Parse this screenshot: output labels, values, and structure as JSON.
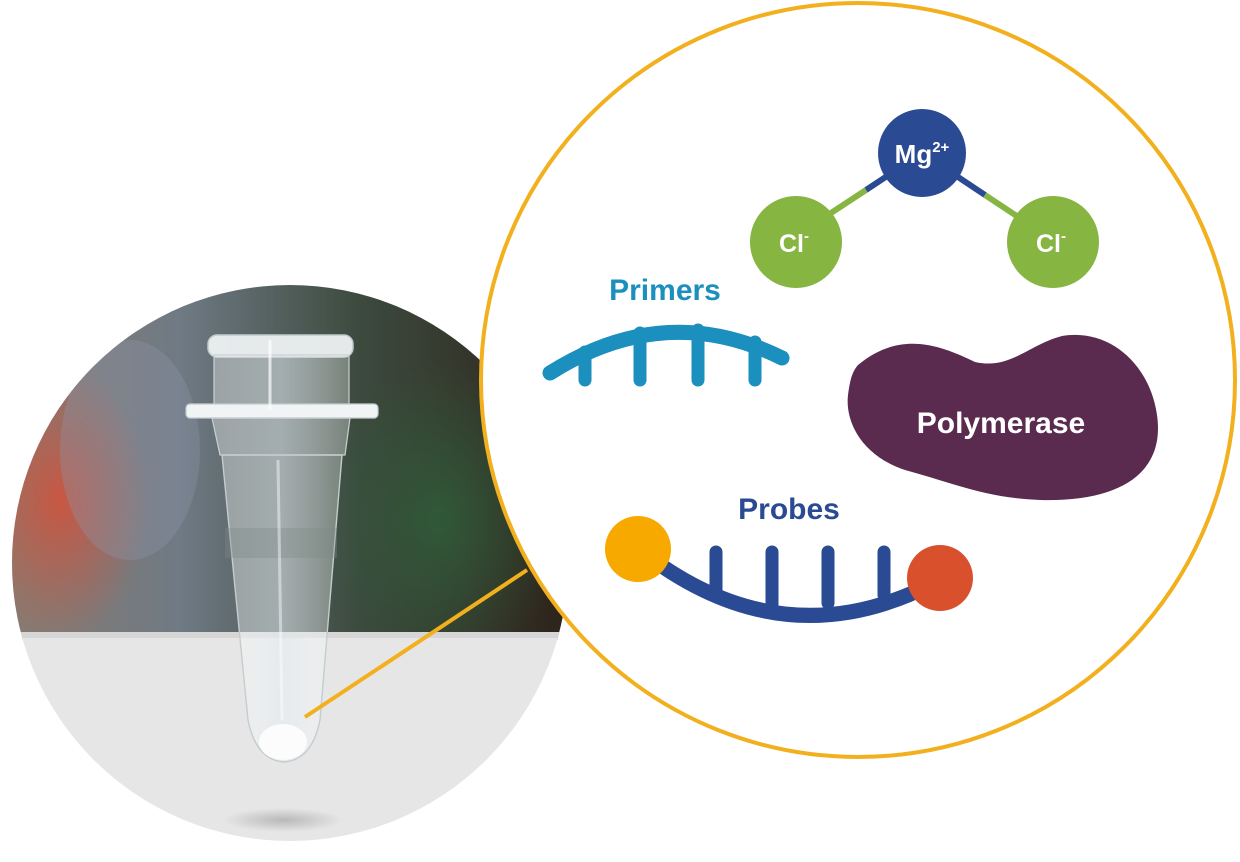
{
  "labels": {
    "magnesium_base": "Mg",
    "magnesium_charge": "2+",
    "chloride_base": "Cl",
    "chloride_charge": "-",
    "primers": "Primers",
    "polymerase": "Polymerase",
    "probes": "Probes"
  },
  "colors": {
    "ring": "#f2b01e",
    "magnesium": "#2a4a93",
    "chloride": "#86b542",
    "primers": "#1b8fbd",
    "polymerase": "#5a2a4f",
    "probes": "#2a4a93",
    "probe_fluorophore": "#f7a900",
    "probe_quencher": "#d9512c"
  },
  "icons": {
    "tube": "pcr-tube-photo",
    "ion": "magnesium-chloride-molecule",
    "primer": "primer-strand-icon",
    "enzyme": "polymerase-blob",
    "probe": "probe-strand-icon"
  }
}
